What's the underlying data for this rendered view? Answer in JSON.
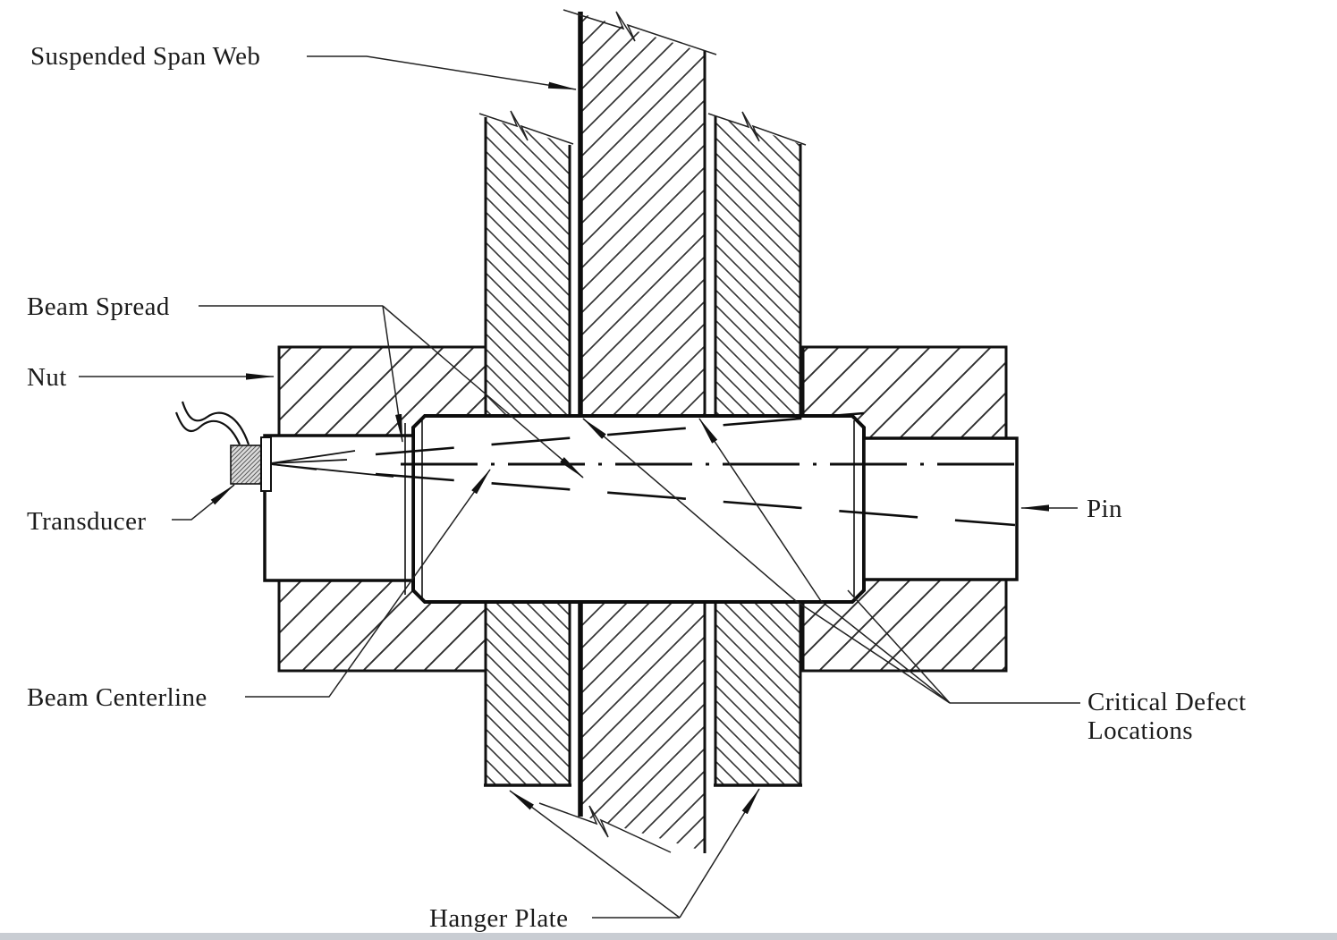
{
  "diagram": {
    "type": "engineering-section-drawing",
    "subject": "Ultrasonic inspection of a pin in a pin-and-hanger bridge assembly"
  },
  "labels": {
    "suspended_span_web": "Suspended Span Web",
    "beam_spread": "Beam Spread",
    "nut": "Nut",
    "transducer": "Transducer",
    "beam_centerline": "Beam Centerline",
    "pin": "Pin",
    "critical_defect_line1": "Critical Defect",
    "critical_defect_line2": "Locations",
    "hanger_plate": "Hanger Plate"
  },
  "colors": {
    "line": "#1a1a1a",
    "background": "#ffffff",
    "hatch": "#2e2e2e",
    "transducer_fill": "#dddddd",
    "bottom_edge_bar": "#c9cdd3"
  }
}
